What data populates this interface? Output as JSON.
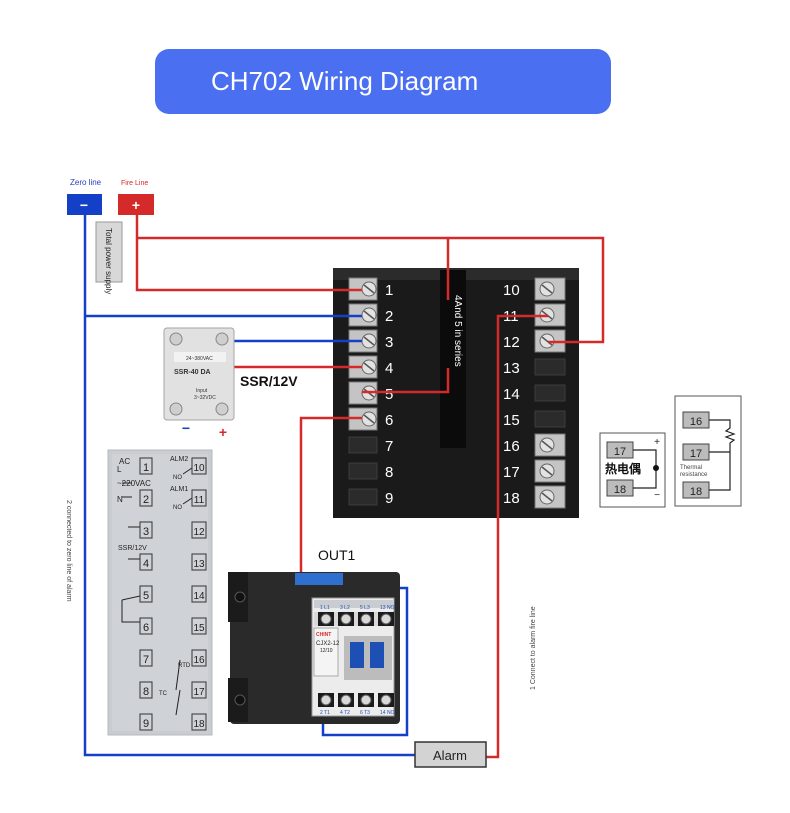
{
  "title": "CH702 Wiring Diagram",
  "colors": {
    "banner": "#4a6ff0",
    "fire_wire": "#d42a2a",
    "zero_wire": "#1440c8",
    "terminal_block": "#181818"
  },
  "power": {
    "zero_label": "Zero line",
    "zero_symbol": "−",
    "fire_label": "Fire Line",
    "fire_symbol": "+",
    "supply_label": "Total power supply"
  },
  "controller": {
    "left_terminals": [
      "1",
      "2",
      "3",
      "4",
      "5",
      "6",
      "7",
      "8",
      "9"
    ],
    "right_terminals": [
      "10",
      "11",
      "12",
      "13",
      "14",
      "15",
      "16",
      "17",
      "18"
    ],
    "series_note": "4And 5 in series"
  },
  "ssr": {
    "label": "SSR/12V",
    "minus": "−",
    "plus": "+",
    "model": "SSR-40 DA",
    "rating": "24~380VAC",
    "input": "Input",
    "input_range": "3~32VDC"
  },
  "wiring_card": {
    "ac": "AC",
    "l": "L",
    "n": "N",
    "voltage": "~220VAC",
    "alm2": "ALM2",
    "alm1": "ALM1",
    "no": "NO",
    "ssr": "SSR/12V",
    "rtd": "RTD",
    "tc": "TC",
    "left_numbers": [
      "1",
      "2",
      "3",
      "4",
      "5",
      "6",
      "7",
      "8",
      "9"
    ],
    "right_numbers": [
      "10",
      "11",
      "12",
      "13",
      "14",
      "15",
      "16",
      "17",
      "18"
    ]
  },
  "contactor": {
    "out_label": "OUT1",
    "brand": "CHINT",
    "model": "CJX2-12",
    "model_line2": "12/10",
    "top_terms": [
      "1 L1",
      "3 L2",
      "5 L3",
      "13 NO"
    ],
    "bottom_terms": [
      "2 T1",
      "4 T2",
      "6 T3",
      "14 NO"
    ]
  },
  "alarm": {
    "label": "Alarm"
  },
  "notes": {
    "zero_note": "2 connected to zero line of alarm",
    "fire_note": "1 Connect to alarm fire line"
  },
  "thermocouple": {
    "t17": "17",
    "t18": "18",
    "label": "热电偶",
    "plus": "+",
    "minus": "−"
  },
  "rtd_sensor": {
    "t16": "16",
    "t17": "17",
    "t18": "18",
    "label_line1": "Thermal",
    "label_line2": "resistance"
  }
}
